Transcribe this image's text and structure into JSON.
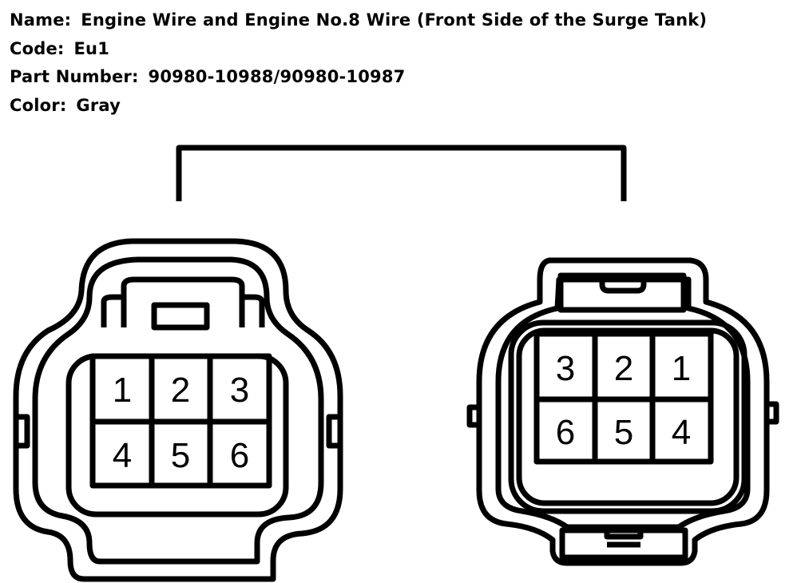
{
  "info": {
    "name_label": "Name:",
    "name_value": "Engine Wire and Engine No.8 Wire (Front Side of the Surge Tank)",
    "code_label": "Code:",
    "code_value": "Eu1",
    "part_label": "Part Number:",
    "part_value": "90980-10988/90980-10987",
    "color_label": "Color:",
    "color_value": "Gray"
  },
  "connectors": {
    "left": {
      "pins_top": [
        "1",
        "2",
        "3"
      ],
      "pins_bottom": [
        "4",
        "5",
        "6"
      ]
    },
    "right": {
      "pins_top": [
        "3",
        "2",
        "1"
      ],
      "pins_bottom": [
        "6",
        "5",
        "4"
      ]
    }
  },
  "colors": {
    "line": "#000000",
    "background": "#ffffff"
  }
}
